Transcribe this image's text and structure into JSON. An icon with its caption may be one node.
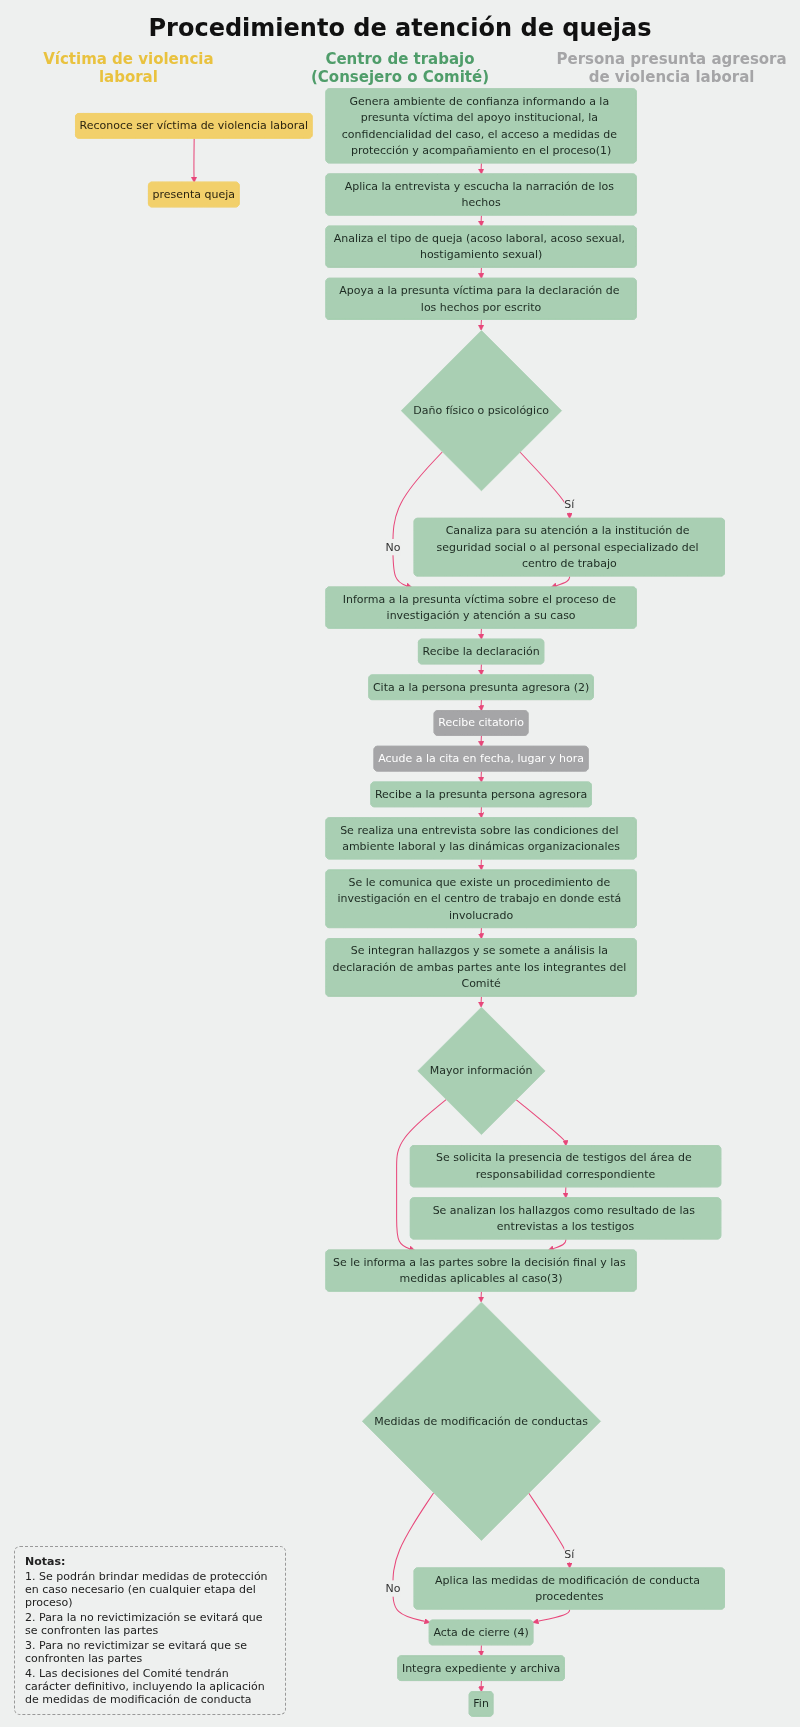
{
  "diagram": {
    "title": "Procedimiento de atención de quejas",
    "nodes": [
      {
        "text": [
          "Reconoce ser víctima de violencia laboral"
        ]
      },
      {
        "text": [
          "presenta queja"
        ]
      },
      {
        "text": [
          "Genera ambiente de confianza informando a la presunta víctima del apoyo institucional, la confidencialidad del caso, el acceso a medidas de protección y acompañamiento en el proceso(1)"
        ]
      },
      {
        "text": [
          "Aplica la entrevista y escucha la narración de los hechos"
        ]
      },
      {
        "text": [
          "Analiza el tipo de queja (acoso laboral, acoso sexual, hostigamiento sexual)"
        ]
      },
      {
        "text": [
          "Apoya a la presunta víctima para la declaración de los hechos por escrito"
        ]
      },
      {
        "text": [
          "Daño físico o psicológico"
        ]
      },
      {
        "text": [
          "Canaliza para su atención a la institución de seguridad social o al personal especializado del centro de trabajo"
        ]
      },
      {
        "text": [
          "Informa a la presunta víctima sobre el proceso de investigación y atención a su caso"
        ]
      },
      {
        "text": [
          "Recibe la declaración"
        ]
      },
      {
        "text": [
          "Cita a la persona presunta agresora (2)"
        ]
      },
      {
        "text": [
          "Recibe citatorio"
        ]
      },
      {
        "text": [
          "Acude a la cita en fecha, lugar y hora"
        ]
      },
      {
        "text": [
          "Recibe a la presunta persona agresora"
        ]
      },
      {
        "text": [
          "Se realiza una entrevista sobre las condiciones del ambiente laboral y las dinámicas organizacionales"
        ]
      },
      {
        "text": [
          "Se le comunica que existe un procedimiento de investigación en el centro de trabajo en donde está involucrado"
        ]
      },
      {
        "text": [
          "Se integran hallazgos y se somete a análisis la declaración de ambas partes ante los integrantes del Comité"
        ]
      },
      {
        "text": [
          "Mayor información"
        ]
      },
      {
        "text": [
          "Se solicita la presencia de testigos del área de responsabilidad correspondiente"
        ]
      },
      {
        "text": [
          "Se analizan los hallazgos como resultado de las entrevistas a los testigos"
        ]
      },
      {
        "text": [
          "Se le informa a las partes sobre la decisión final y las medidas aplicables al caso(3)"
        ]
      },
      {
        "text": [
          "Medidas de modificación de conductas"
        ]
      },
      {
        "text": [
          "Aplica las medidas de modificación de conducta procedentes"
        ]
      },
      {
        "text": [
          "Acta de cierre (4)"
        ]
      },
      {
        "text": [
          "Integra expediente y archiva"
        ]
      },
      {
        "text": [
          "Fin"
        ]
      }
    ],
    "edges": [
      {
        "from": 0,
        "to": 1,
        "arrow": "to"
      },
      {
        "from": 2,
        "to": 3,
        "arrow": "to"
      },
      {
        "from": 3,
        "to": 4,
        "arrow": "to"
      },
      {
        "from": 4,
        "to": 5,
        "arrow": "to"
      },
      {
        "from": 5,
        "to": 6,
        "arrow": "to"
      },
      {
        "from": 6,
        "to": 7,
        "arrow": "to",
        "label": "Sí"
      },
      {
        "from": 6,
        "to": 8,
        "arrow": "to",
        "label": "No"
      },
      {
        "from": 7,
        "to": 8,
        "arrow": "to"
      },
      {
        "from": 8,
        "to": 9,
        "arrow": "to"
      },
      {
        "from": 9,
        "to": 10,
        "arrow": "to"
      },
      {
        "from": 10,
        "to": 11,
        "arrow": "to"
      },
      {
        "from": 11,
        "to": 12,
        "arrow": "to"
      },
      {
        "from": 12,
        "to": 13,
        "arrow": "to"
      },
      {
        "from": 13,
        "to": 14,
        "arrow": "to"
      },
      {
        "from": 14,
        "to": 15,
        "arrow": "to"
      },
      {
        "from": 15,
        "to": 16,
        "arrow": "to"
      },
      {
        "from": 16,
        "to": 17,
        "arrow": "to"
      },
      {
        "from": 17,
        "to": 18,
        "arrow": "to"
      },
      {
        "from": 17,
        "to": 20,
        "arrow": "to"
      },
      {
        "from": 18,
        "to": 19,
        "arrow": "to"
      },
      {
        "from": 19,
        "to": 20,
        "arrow": "to"
      },
      {
        "from": 20,
        "to": 21,
        "arrow": "to"
      },
      {
        "from": 21,
        "to": 22,
        "arrow": "to",
        "label": "Sí"
      },
      {
        "from": 21,
        "to": 23,
        "arrow": "to",
        "label": "No"
      },
      {
        "from": 22,
        "to": 23,
        "arrow": "to"
      },
      {
        "from": 23,
        "to": 24,
        "arrow": "to"
      },
      {
        "from": 24,
        "to": 25,
        "arrow": "to"
      }
    ],
    "labels": [
      "Víctima de violencia laboral",
      "Centro de trabajo (Consejero o Comité)",
      "Persona presunta agresora de violencia laboral",
      "Notas:",
      "1. Se podrán brindar medidas de protección en caso necesario (en cualquier etapa del proceso)",
      "2. Para la no revictimización se evitará que se confronten las partes",
      "3. Para no revictimizar se evitará que se confronten las partes",
      "4. Las decisiones del Comité tendrán carácter definitivo, incluyendo la aplicación de medidas de modificación de conducta"
    ]
  }
}
